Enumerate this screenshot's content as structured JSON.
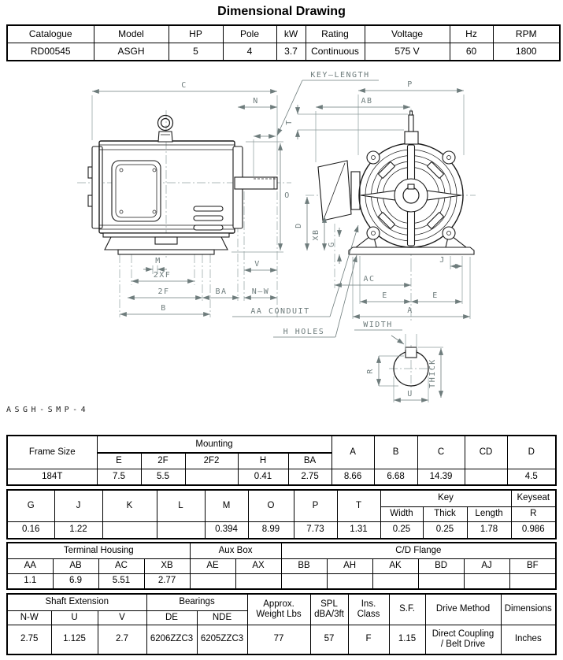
{
  "title": "Dimensional Drawing",
  "colors": {
    "dim_lines": "#6e7c7c",
    "drawing_ink": "#1a1a1a"
  },
  "spec_table": {
    "headers": [
      "Catalogue",
      "Model",
      "HP",
      "Pole",
      "kW",
      "Rating",
      "Voltage",
      "Hz",
      "RPM"
    ],
    "values": [
      "RD00545",
      "ASGH",
      "5",
      "4",
      "3.7",
      "Continuous",
      "575 V",
      "60",
      "1800"
    ]
  },
  "drawing": {
    "code": "ASGH-SMP-4",
    "labels": {
      "c": "C",
      "n": "N",
      "key_length": "KEY—LENGTH",
      "t": "T",
      "p": "P",
      "ab": "AB",
      "o": "O",
      "d": "D",
      "xb": "XB",
      "g": "G",
      "v": "V",
      "m": "M",
      "two_xf": "2XF",
      "two_f": "2F",
      "ba": "BA",
      "n_w": "N—W",
      "b": "B",
      "aa_conduit": "AA CONDUIT",
      "h_holes": "H HOLES",
      "ac": "AC",
      "j": "J",
      "e1": "E",
      "e2": "E",
      "a": "A",
      "width": "WIDTH",
      "r": "R",
      "u": "U",
      "thick": "THICK"
    }
  },
  "mounting_table": {
    "frame_size_label": "Frame Size",
    "mounting_label": "Mounting",
    "sub_headers": [
      "E",
      "2F",
      "2F2",
      "H",
      "BA"
    ],
    "right_headers": [
      "A",
      "B",
      "C",
      "CD",
      "D"
    ],
    "frame_size": "184T",
    "values": [
      "7.5",
      "5.5",
      "",
      "0.41",
      "2.75",
      "8.66",
      "6.68",
      "14.39",
      "",
      "4.5"
    ]
  },
  "dim_table": {
    "headers": [
      "G",
      "J",
      "K",
      "L",
      "M",
      "O",
      "P",
      "T"
    ],
    "key_label": "Key",
    "keyseat_label": "Keyseat",
    "key_sub": [
      "Width",
      "Thick",
      "Length"
    ],
    "keyseat_sub": "R",
    "values": [
      "0.16",
      "1.22",
      "",
      "",
      "0.394",
      "8.99",
      "7.73",
      "1.31",
      "0.25",
      "0.25",
      "1.78",
      "0.986"
    ]
  },
  "housing_table": {
    "groups": [
      "Terminal Housing",
      "Aux Box",
      "C/D Flange"
    ],
    "headers": [
      "AA",
      "AB",
      "AC",
      "XB",
      "AE",
      "AX",
      "BB",
      "AH",
      "AK",
      "BD",
      "AJ",
      "BF"
    ],
    "values": [
      "1.1",
      "6.9",
      "5.51",
      "2.77",
      "",
      "",
      "",
      "",
      "",
      "",
      "",
      ""
    ]
  },
  "shaft_table": {
    "shaft_ext_label": "Shaft Extension",
    "bearings_label": "Bearings",
    "shaft_sub": [
      "N-W",
      "U",
      "V"
    ],
    "bearings_sub": [
      "DE",
      "NDE"
    ],
    "tall_headers": [
      "Approx.\nWeight Lbs",
      "SPL\ndBA/3ft",
      "Ins.\nClass",
      "S.F.",
      "Drive Method",
      "Dimensions"
    ],
    "values": [
      "2.75",
      "1.125",
      "2.7",
      "6206ZZC3",
      "6205ZZC3",
      "77",
      "57",
      "F",
      "1.15",
      "Direct Coupling\n/ Belt Drive",
      "Inches"
    ]
  }
}
